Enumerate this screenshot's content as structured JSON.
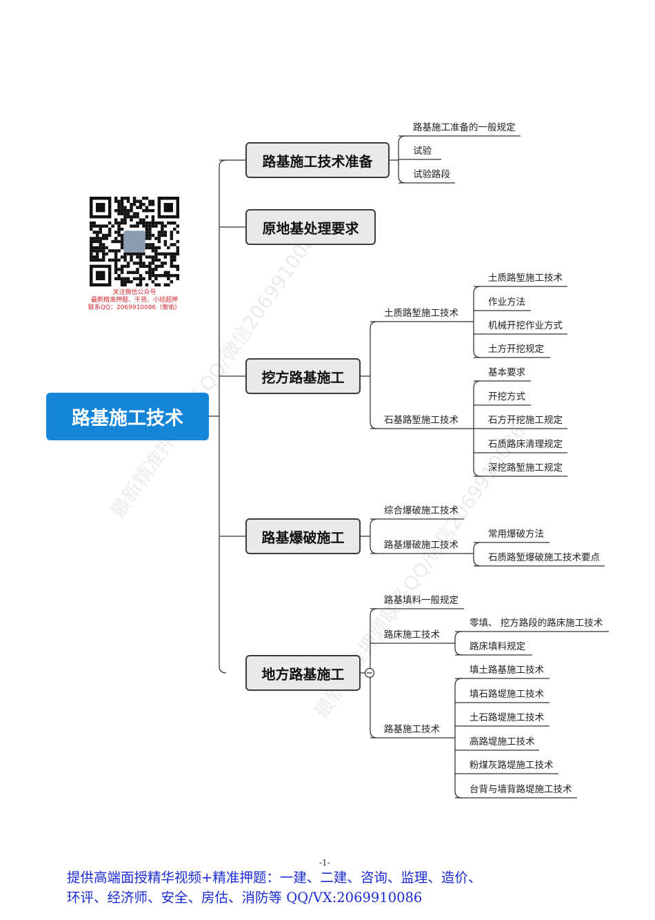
{
  "root": {
    "label": "路基施工技术"
  },
  "branches": [
    {
      "label": "路基施工技术准备",
      "children": [
        "路基施工准备的一般规定",
        "试验",
        "试验路段"
      ]
    },
    {
      "label": "原地基处理要求"
    },
    {
      "label": "挖方路基施工",
      "children": [
        {
          "label": "土质路堑施工技术",
          "children": [
            "土质路堑施工技术",
            "作业方法",
            "机械开挖作业方式",
            "土方开挖规定"
          ]
        },
        {
          "label": "石基路堑施工技术",
          "children": [
            "基本要求",
            "开挖方式",
            "石方开挖施工规定",
            "石质路床清理规定",
            "深挖路堑施工规定"
          ]
        }
      ]
    },
    {
      "label": "路基爆破施工",
      "children": [
        {
          "label": "综合爆破施工技术"
        },
        {
          "label": "路基爆破施工技术",
          "children": [
            "常用爆破方法",
            "石质路堑爆破施工技术要点"
          ]
        }
      ]
    },
    {
      "label": "地方路基施工",
      "children": [
        {
          "label": "路基填料一般规定"
        },
        {
          "label": "路床施工技术",
          "children": [
            "零填、 挖方路段的路床施工技术",
            "路床填料规定"
          ]
        },
        {
          "label": "路基施工技术",
          "children": [
            "填土路基施工技术",
            "填石路堤施工技术",
            "土石路堤施工技术",
            "高路堤施工技术",
            "粉煤灰路堤施工技术",
            "台背与墙背路堤施工技术"
          ]
        }
      ]
    }
  ],
  "qr": {
    "caption_line1": "关注微信公众号",
    "caption_line2": "最新精准押题、干货、小班超押",
    "caption_line3": "联系QQ：2069910086（衡佑）"
  },
  "watermark": {
    "text1": "最新精准押题联系QQ/微信2069910086",
    "text2": "最新精准押题联系QQ/微信2069910086"
  },
  "page_number": "-1-",
  "footer": {
    "line1": "提供高端面授精华视频+精准押题：一建、二建、咨询、监理、造价、",
    "line2": "环评、经济师、安全、房估、消防等   QQ/VX:2069910086"
  },
  "colors": {
    "root": "#1585d8",
    "node_fill": "#e9e9e9",
    "node_border": "#3a3a3a",
    "line": "#333333",
    "footer": "#1a2bd1",
    "qr_caption": "#d6262e"
  }
}
